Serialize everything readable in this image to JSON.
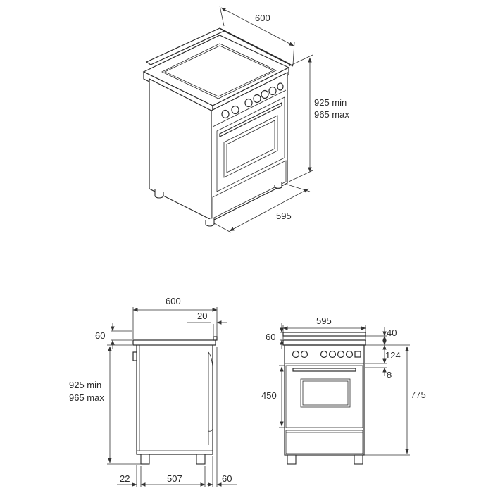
{
  "iso_view": {
    "width_top": "600",
    "height_min": "925 min",
    "height_max": "965 max",
    "depth": "595"
  },
  "side_view": {
    "width_top": "600",
    "overhang": "20",
    "top_thickness": "60",
    "height_min": "925 min",
    "height_max": "965 max",
    "foot_offset": "22",
    "base_depth": "507",
    "rear_offset": "60"
  },
  "front_view": {
    "width": "595",
    "top_thickness": "60",
    "hob_gap": "40",
    "panel_height": "124",
    "panel_gap": "8",
    "oven_height": "450",
    "body_height": "775"
  }
}
